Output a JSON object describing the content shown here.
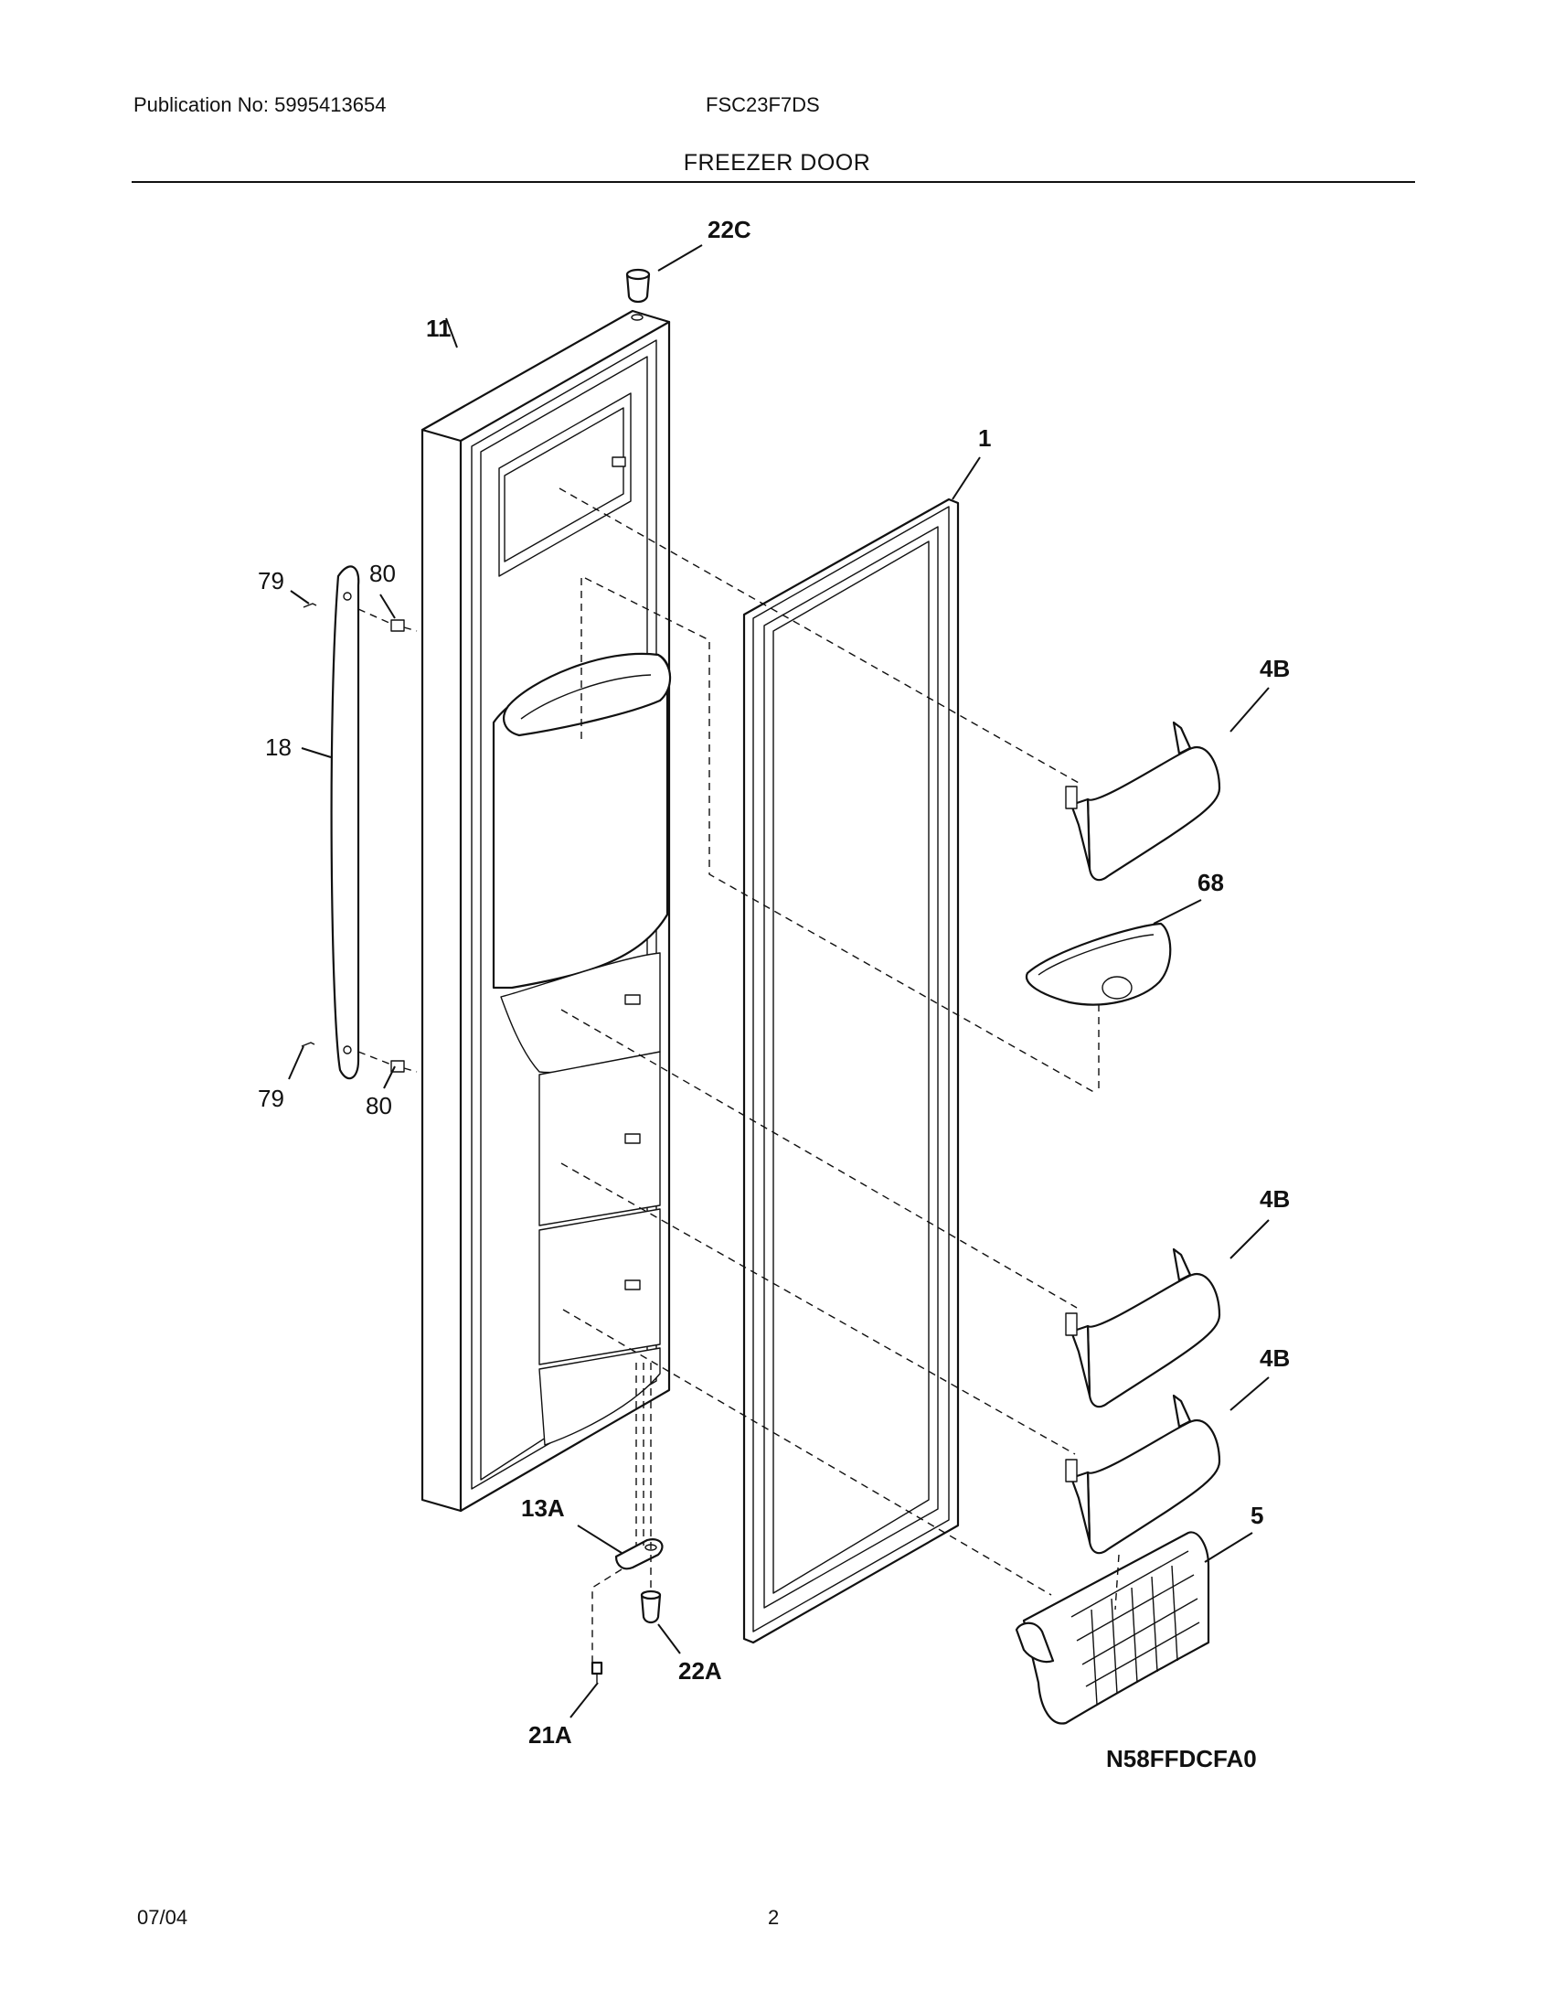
{
  "header": {
    "publication": "Publication No: 5995413654",
    "model": "FSC23F7DS",
    "section_title": "FREEZER DOOR"
  },
  "callouts": {
    "c22C": "22C",
    "c11": "11",
    "c1": "1",
    "c79a": "79",
    "c80a": "80",
    "c18": "18",
    "c79b": "79",
    "c80b": "80",
    "c4Ba": "4B",
    "c68": "68",
    "c4Bb": "4B",
    "c4Bc": "4B",
    "c5": "5",
    "c13A": "13A",
    "c22A": "22A",
    "c21A": "21A"
  },
  "diagram_code": "N58FFDCFA0",
  "footer": {
    "date": "07/04",
    "page": "2"
  }
}
